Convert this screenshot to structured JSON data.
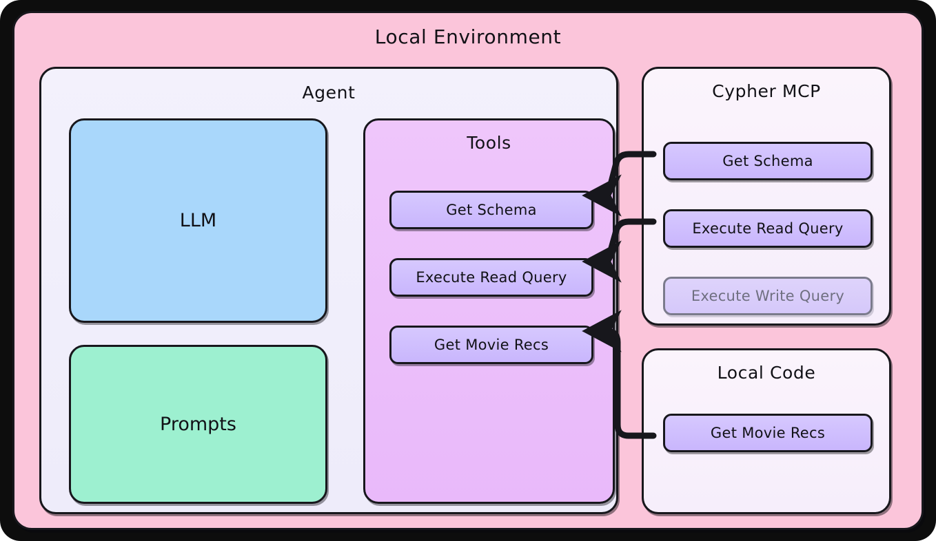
{
  "diagram": {
    "title": "Local Environment",
    "background_color": "#fbc5da",
    "stroke_color": "#17171c"
  },
  "agent": {
    "title": "Agent",
    "background_color": "#efeefb",
    "llm": {
      "label": "LLM",
      "color": "#a9d7fb"
    },
    "prompts": {
      "label": "Prompts",
      "color": "#9df0d0"
    },
    "tools": {
      "title": "Tools",
      "color": "#ecc0fa",
      "items": [
        {
          "label": "Get Schema",
          "state": "enabled"
        },
        {
          "label": "Execute Read Query",
          "state": "enabled"
        },
        {
          "label": "Get Movie Recs",
          "state": "enabled"
        }
      ]
    }
  },
  "cypher_mcp": {
    "title": "Cypher MCP",
    "background_color": "#f9f2fb",
    "items": [
      {
        "label": "Get Schema",
        "state": "enabled"
      },
      {
        "label": "Execute Read Query",
        "state": "enabled"
      },
      {
        "label": "Execute Write Query",
        "state": "disabled"
      }
    ]
  },
  "local_code": {
    "title": "Local Code",
    "background_color": "#f9f2fb",
    "items": [
      {
        "label": "Get Movie Recs",
        "state": "enabled"
      }
    ]
  },
  "connections": [
    {
      "from": "cypher_mcp.Get Schema",
      "to": "tools.Get Schema",
      "direction": "right-to-left"
    },
    {
      "from": "cypher_mcp.Execute Read Query",
      "to": "tools.Execute Read Query",
      "direction": "right-to-left"
    },
    {
      "from": "local_code.Get Movie Recs",
      "to": "tools.Get Movie Recs",
      "direction": "right-to-left"
    }
  ],
  "palette": {
    "pill_fill": "#cdbdfd",
    "pill_fill_disabled": "#d8cbfa",
    "pill_stroke": "#17171c",
    "pill_stroke_disabled": "#7b7b8c",
    "text": "#111116",
    "text_disabled": "#6f6f80"
  }
}
